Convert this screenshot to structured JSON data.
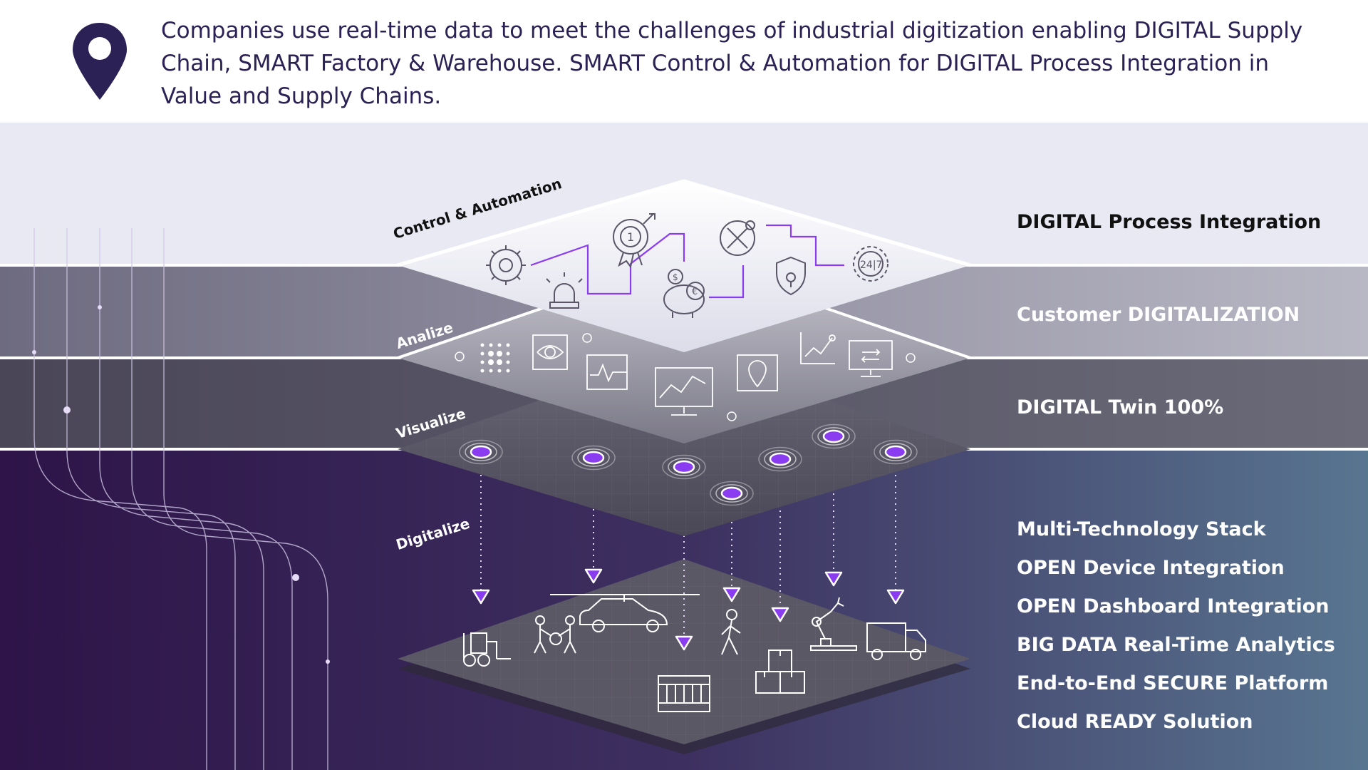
{
  "intro": {
    "text": "Companies use real-time data to meet the challenges of industrial digitization enabling DIGITAL Supply Chain, SMART Factory & Warehouse. SMART Control & Automation for DIGITAL Process Integration in Value and Supply Chains."
  },
  "layers": {
    "control": "Control & Automation",
    "analize": "Analize",
    "visualize": "Visualize",
    "digitalize": "Digitalize"
  },
  "bands": {
    "process": "DIGITAL Process Integration",
    "customer": "Customer DIGITALIZATION",
    "twin": "DIGITAL Twin 100%"
  },
  "features": [
    "Multi-Technology Stack",
    "OPEN Device Integration",
    "OPEN Dashboard Integration",
    "BIG DATA Real-Time Analytics",
    "End-to-End SECURE Platform",
    "Cloud READY Solution"
  ],
  "icons": {
    "control_layer": [
      "gear-cycle-icon",
      "alarm-light-icon",
      "award-target-icon",
      "piggy-bank-icon",
      "tools-icon",
      "shield-icon",
      "24-7-icon"
    ],
    "analize_layer": [
      "dot-matrix-icon",
      "eye-scan-icon",
      "signal-monitor-icon",
      "dashboard-screen-icon",
      "map-pin-icon",
      "line-chart-icon",
      "exchange-monitor-icon"
    ],
    "digitalize_layer": [
      "forklift-icon",
      "workers-icon",
      "car-on-conveyor-icon",
      "container-icon",
      "walking-person-icon",
      "boxes-icon",
      "robot-arm-icon",
      "truck-icon"
    ]
  },
  "colors": {
    "brand_dark": "#2b2154",
    "accent_purple": "#8a3cf0",
    "band_light": "#e8e8f4",
    "band_mid": "#86859a",
    "band_dark": "#5c5a6a"
  }
}
